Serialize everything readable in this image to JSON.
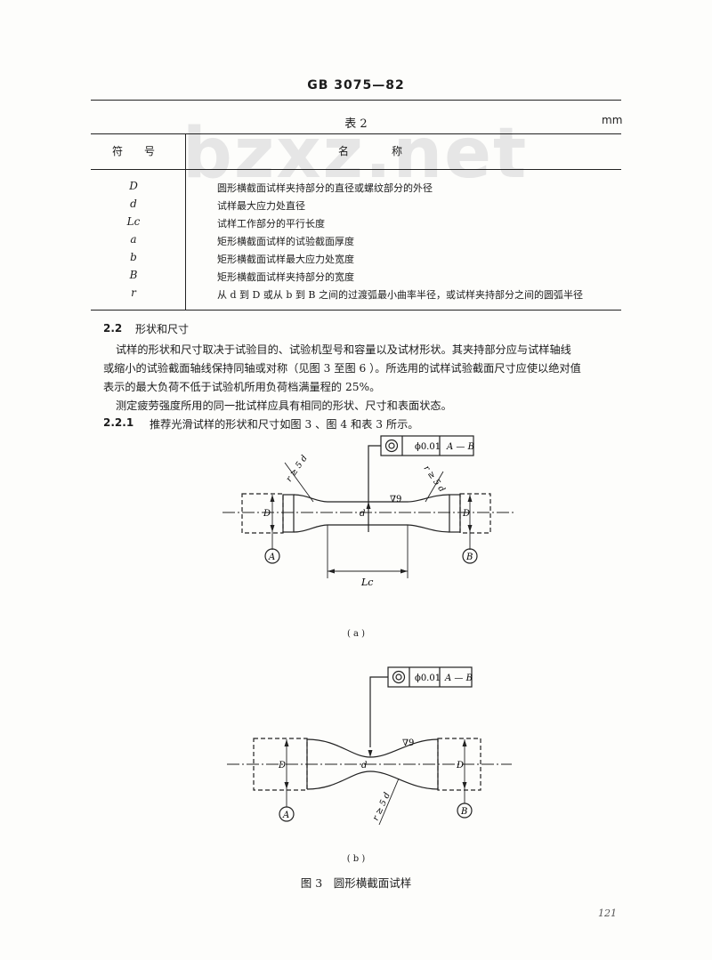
{
  "header": {
    "title": "GB 3075—82"
  },
  "watermark": "bzxz.net",
  "table": {
    "title": "表 2",
    "unit": "mm",
    "col_symbol": "符　　号",
    "col_name": "名　　　　称",
    "rows": [
      {
        "symbol": "D",
        "desc": "圆形横截面试样夹持部分的直径或螺纹部分的外径"
      },
      {
        "symbol": "d",
        "desc": "试样最大应力处直径"
      },
      {
        "symbol": "Lc",
        "desc": "试样工作部分的平行长度"
      },
      {
        "symbol": "a",
        "desc": "矩形横截面试样的试验截面厚度"
      },
      {
        "symbol": "b",
        "desc": "矩形横截面试样最大应力处宽度"
      },
      {
        "symbol": "B",
        "desc": "矩形横截面试样夹持部分的宽度"
      },
      {
        "symbol": "r",
        "desc": "从 d 到 D 或从 b 到 B 之间的过渡弧最小曲率半径，或试样夹持部分之间的圆弧半径"
      }
    ]
  },
  "section": {
    "number": "2.2",
    "title": "形状和尺寸",
    "paragraphs": [
      "试样的形状和尺寸取决于试验目的、试验机型号和容量以及试材形状。其夹持部分应与试样轴线",
      "或缩小的试验截面轴线保持同轴或对称（见图 3 至图 6 ）。所选用的试样试验截面尺寸应使以绝对值",
      "表示的最大负荷不低于试验机所用负荷档满量程的 25%。",
      "测定疲劳强度所用的同一批试样应具有相同的形状、尺寸和表面状态。"
    ]
  },
  "subsection": {
    "number": "2.2.1",
    "text": "推荐光滑试样的形状和尺寸如图 3 、图 4 和表 3 所示。"
  },
  "figure": {
    "tolerance": "ϕ0.01",
    "datum": "A — B",
    "radius": "r ≥ 5 d",
    "roughness": "∇9",
    "label_D": "D",
    "label_d": "d",
    "label_Lc": "Lc",
    "label_A": "A",
    "label_B": "B",
    "caption_a": "( a )",
    "caption_b": "( b )",
    "title": "图 3　圆形横截面试样"
  },
  "page_number": "121"
}
